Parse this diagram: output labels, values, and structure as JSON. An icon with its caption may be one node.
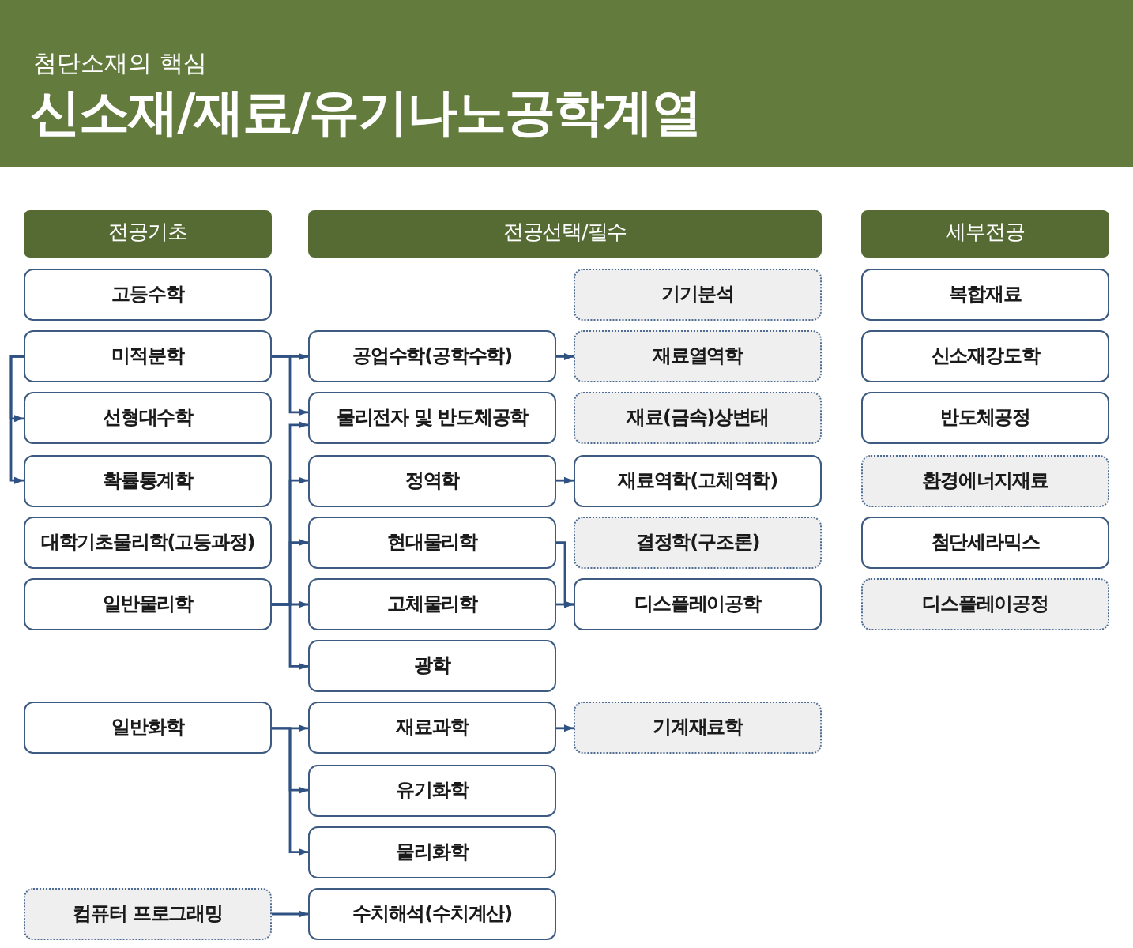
{
  "diagram": {
    "title": "신소재/재료/유기나노공학계열",
    "nodes": [
      {
        "text": [
          "전공기초"
        ]
      },
      {
        "text": [
          "전공선택/필수"
        ]
      },
      {
        "text": [
          "세부전공"
        ]
      },
      {
        "text": [
          "고등수학"
        ]
      },
      {
        "text": [
          "기기분석"
        ]
      },
      {
        "text": [
          "복합재료"
        ]
      },
      {
        "text": [
          "미적분학"
        ]
      },
      {
        "text": [
          "공업수학(공학수학)"
        ]
      },
      {
        "text": [
          "재료열역학"
        ]
      },
      {
        "text": [
          "신소재강도학"
        ]
      },
      {
        "text": [
          "선형대수학"
        ]
      },
      {
        "text": [
          "물리전자 및 반도체공학"
        ]
      },
      {
        "text": [
          "재료(금속)상변태"
        ]
      },
      {
        "text": [
          "반도체공정"
        ]
      },
      {
        "text": [
          "확률통계학"
        ]
      },
      {
        "text": [
          "정역학"
        ]
      },
      {
        "text": [
          "재료역학(고체역학)"
        ]
      },
      {
        "text": [
          "환경에너지재료"
        ]
      },
      {
        "text": [
          "대학기초물리학(고등과정)"
        ]
      },
      {
        "text": [
          "현대물리학"
        ]
      },
      {
        "text": [
          "결정학(구조론)"
        ]
      },
      {
        "text": [
          "첨단세라믹스"
        ]
      },
      {
        "text": [
          "일반물리학"
        ]
      },
      {
        "text": [
          "고체물리학"
        ]
      },
      {
        "text": [
          "디스플레이공학"
        ]
      },
      {
        "text": [
          "디스플레이공정"
        ]
      },
      {
        "text": [
          "광학"
        ]
      },
      {
        "text": [
          "일반화학"
        ]
      },
      {
        "text": [
          "재료과학"
        ]
      },
      {
        "text": [
          "기계재료학"
        ]
      },
      {
        "text": [
          "유기화학"
        ]
      },
      {
        "text": [
          "물리화학"
        ]
      },
      {
        "text": [
          "컴퓨터 프로그래밍"
        ]
      },
      {
        "text": [
          "수치해석(수치계산)"
        ]
      }
    ],
    "edges": [
      {
        "from": 6,
        "to": 10,
        "arrow": "to"
      },
      {
        "from": 6,
        "to": 14,
        "arrow": "to"
      },
      {
        "from": 6,
        "to": 7,
        "arrow": "to"
      },
      {
        "from": 6,
        "to": 11,
        "arrow": "to"
      },
      {
        "from": 22,
        "to": 11,
        "arrow": "to"
      },
      {
        "from": 22,
        "to": 15,
        "arrow": "to"
      },
      {
        "from": 22,
        "to": 19,
        "arrow": "to"
      },
      {
        "from": 22,
        "to": 23,
        "arrow": "to"
      },
      {
        "from": 22,
        "to": 26,
        "arrow": "to"
      },
      {
        "from": 27,
        "to": 28,
        "arrow": "to"
      },
      {
        "from": 27,
        "to": 30,
        "arrow": "to"
      },
      {
        "from": 27,
        "to": 31,
        "arrow": "to"
      },
      {
        "from": 32,
        "to": 33,
        "arrow": "to"
      },
      {
        "from": 7,
        "to": 8,
        "arrow": "to"
      },
      {
        "from": 15,
        "to": 16,
        "arrow": "to"
      },
      {
        "from": 19,
        "to": 24,
        "arrow": "to"
      },
      {
        "from": 23,
        "to": 24,
        "arrow": "to"
      },
      {
        "from": 28,
        "to": 29,
        "arrow": "to"
      }
    ],
    "labels": [
      "첨단소재의 핵심"
    ]
  }
}
